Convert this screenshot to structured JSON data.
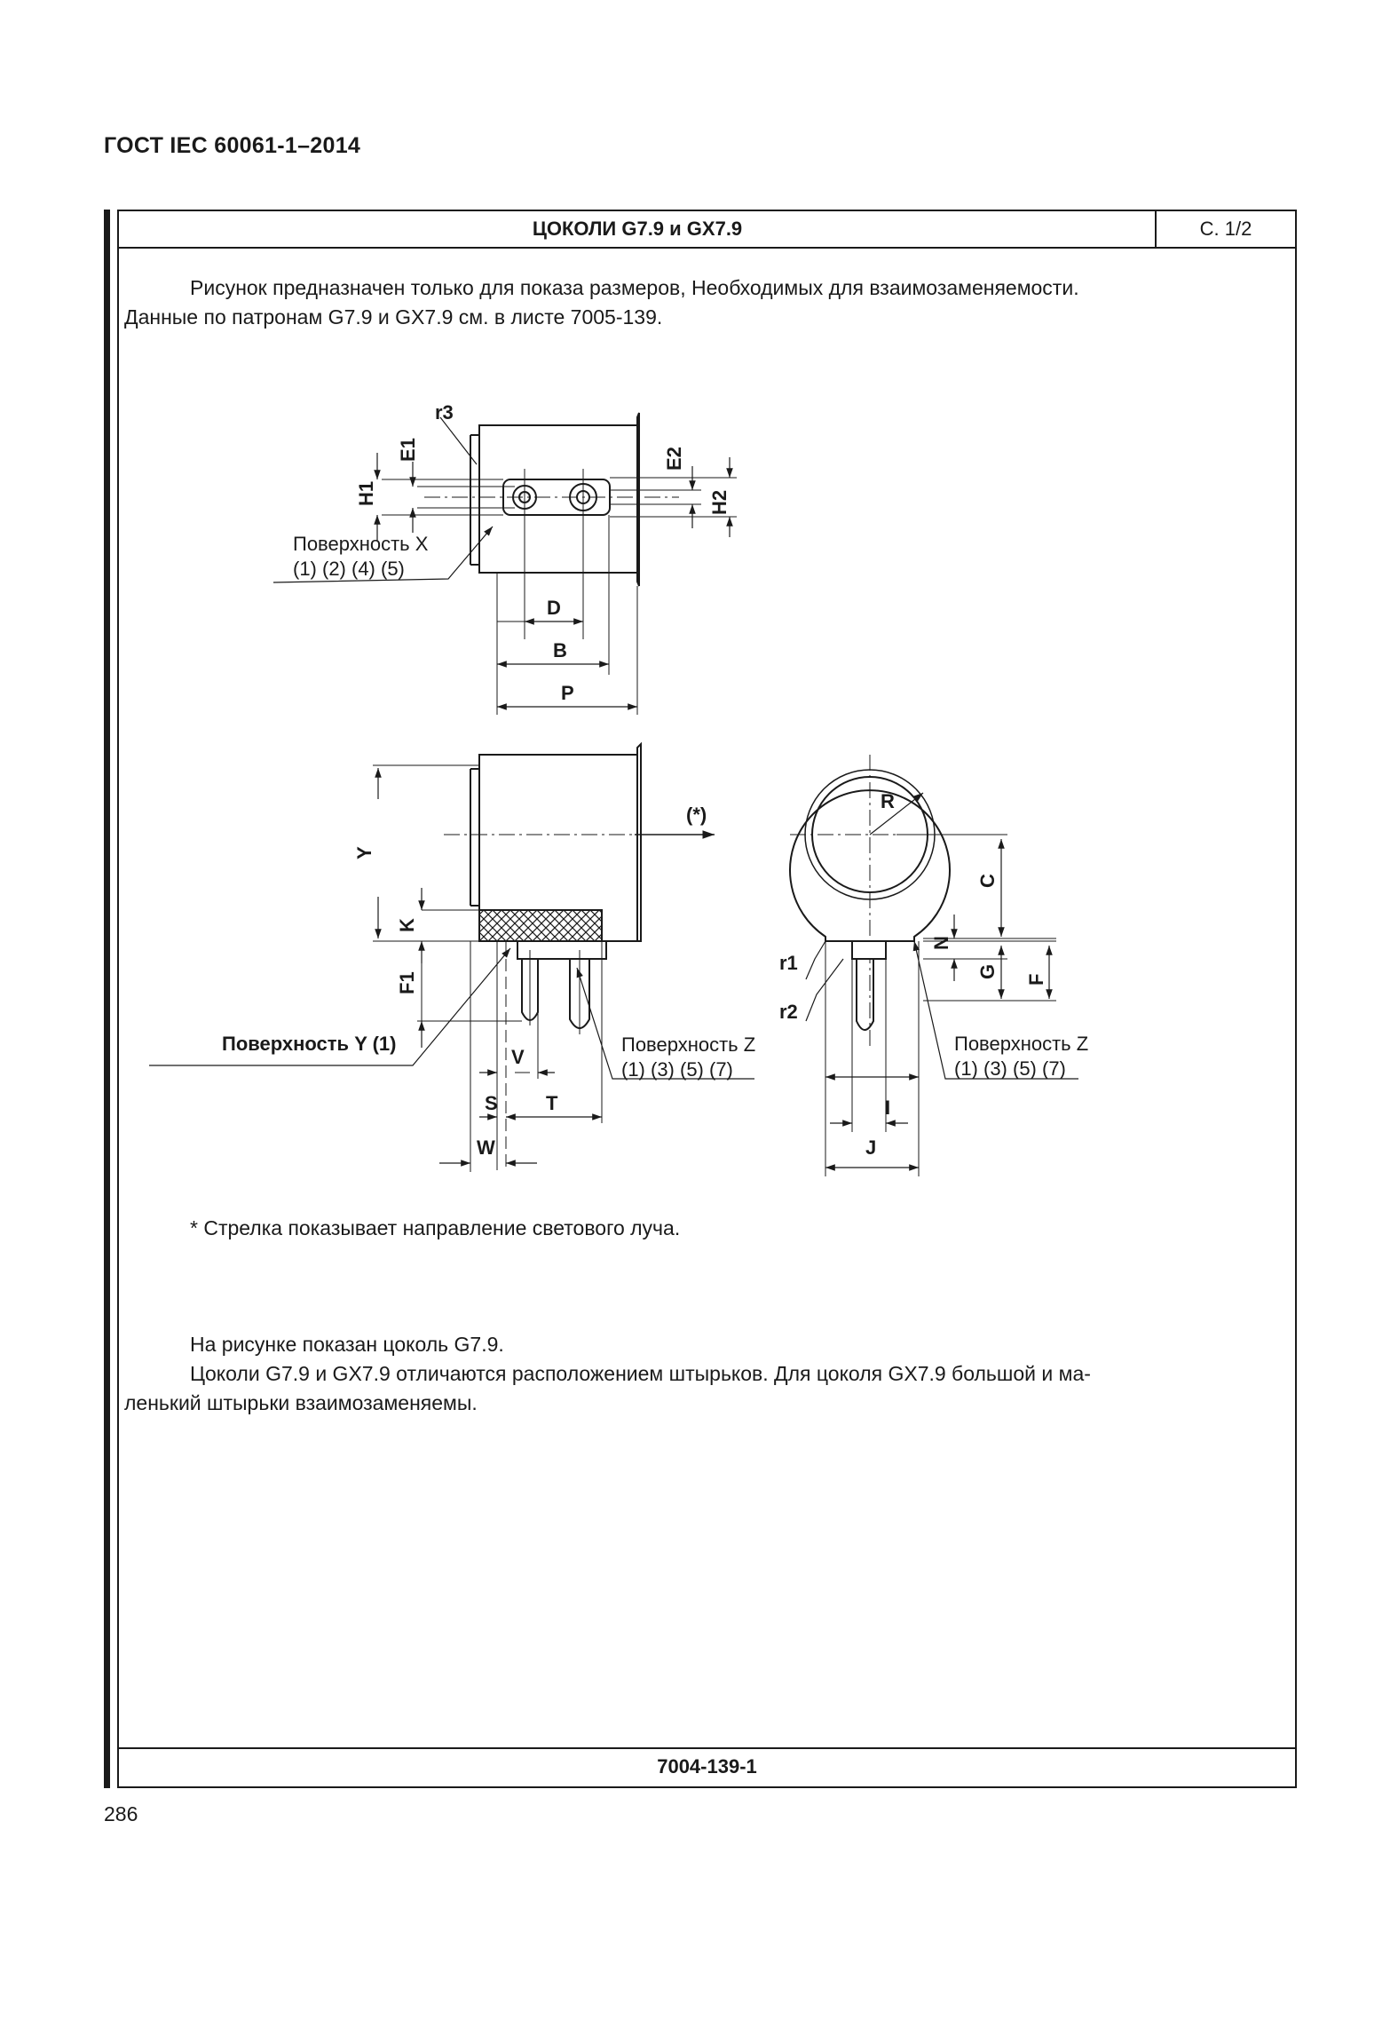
{
  "document": {
    "header": "ГОСТ IEC 60061-1–2014",
    "page_number": "286"
  },
  "sheet": {
    "title": "ЦОКОЛИ G7.9 и GX7.9",
    "page": "С. 1/2",
    "footer_code": "7004-139-1"
  },
  "text": {
    "intro_line1": "Рисунок предназначен только для показа размеров, Необходимых для взаимозаменяемости.",
    "intro_line2": "Данные по патронам G7.9 и GX7.9 см. в листе 7005-139.",
    "footnote": "* Стрелка показывает направление светового луча.",
    "note_line1": "На рисунке показан цоколь G7.9.",
    "note_line2": "Цоколи G7.9 и GX7.9 отличаются расположением штырьков. Для цоколя GX7.9 большой и ма-",
    "note_line3": "ленький штырьки взаимозаменяемы."
  },
  "drawing": {
    "surface_x": "Поверхность X",
    "surface_x_notes": "(1) (2) (4) (5)",
    "surface_y": "Поверхность Y (1)",
    "surface_z": "Поверхность Z",
    "surface_z_notes": "(1) (3) (5) (7)",
    "beam_arrow": "(*)",
    "dims": {
      "r3": "r3",
      "E1": "E1",
      "H1": "H1",
      "E2": "E2",
      "H2": "H2",
      "D": "D",
      "B": "B",
      "P": "P",
      "Y": "Y",
      "K": "K",
      "F1": "F1",
      "V": "V",
      "S": "S",
      "T": "T",
      "W": "W",
      "R": "R",
      "C": "C",
      "N": "N",
      "G": "G",
      "F": "F",
      "r1": "r1",
      "r2": "r2",
      "I": "I",
      "J": "J"
    }
  }
}
